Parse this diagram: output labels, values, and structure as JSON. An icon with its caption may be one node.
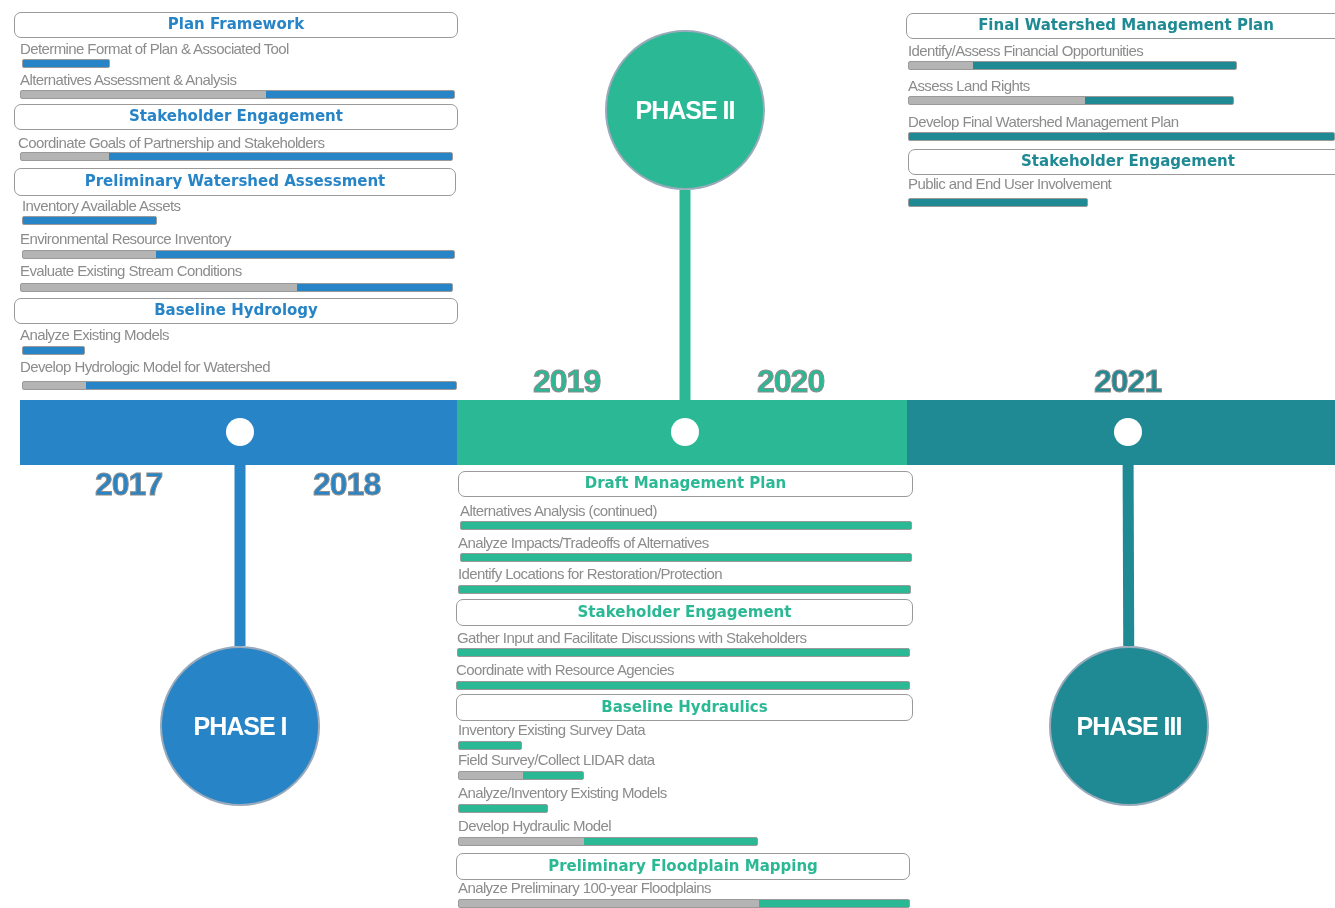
{
  "diagram": {
    "nodes": [
      {
        "text": [
          "Plan Framework"
        ]
      },
      {
        "text": [
          "Stakeholder Engagement"
        ]
      },
      {
        "text": [
          "Preliminary Watershed Assessment"
        ]
      },
      {
        "text": [
          "Baseline Hydrology"
        ]
      },
      {
        "text": [
          "PHASE II"
        ]
      },
      {
        "text": [
          "Final Watershed Management Plan"
        ]
      },
      {
        "text": [
          "Stakeholder Engagement"
        ]
      },
      {
        "text": [],
        "shape": "circle"
      },
      {
        "text": [],
        "shape": "circle"
      },
      {
        "text": [],
        "shape": "circle"
      },
      {
        "text": [
          "Draft Management Plan"
        ]
      },
      {
        "text": [
          "Stakeholder Engagement"
        ]
      },
      {
        "text": [
          "Baseline Hydraulics"
        ]
      },
      {
        "text": [
          "Preliminary Floodplain Mapping"
        ]
      },
      {
        "text": [
          "PHASE I"
        ]
      },
      {
        "text": [
          "PHASE III"
        ]
      }
    ],
    "edges": [
      {
        "from": 8,
        "to": 4,
        "arrow": "none",
        "color": "#2bb894"
      },
      {
        "from": 7,
        "to": 14,
        "arrow": "none",
        "color": "#2784c6"
      },
      {
        "from": 9,
        "to": 15,
        "arrow": "none",
        "color": "#1f8a94"
      }
    ],
    "labels": [
      "Determine Format of Plan & Associated Tool",
      "Alternatives Assessment & Analysis",
      "Coordinate Goals of Partnership and Stakeholders",
      "Inventory Available Assets",
      "Environmental Resource Inventory",
      "Evaluate Existing Stream Conditions",
      "Analyze Existing Models",
      "Develop Hydrologic Model for Watershed",
      "Identify/Assess Financial Opportunities",
      "Assess Land Rights",
      "Develop Final Watershed Management Plan",
      "Public and End User Involvement",
      "2019",
      "2020",
      "2021",
      "2017",
      "2018",
      "Alternatives Analysis (continued)",
      "Analyze Impacts/Tradeoffs of Alternatives",
      "Identify Locations for Restoration/Protection",
      "Gather Input and Facilitate Discussions with Stakeholders",
      "Coordinate with Resource Agencies",
      "Inventory Existing Survey Data",
      "Field Survey/Collect LIDAR data",
      "Analyze/Inventory Existing Models",
      "Develop Hydraulic Model",
      "Analyze Preliminary 100-year Floodplains"
    ]
  }
}
